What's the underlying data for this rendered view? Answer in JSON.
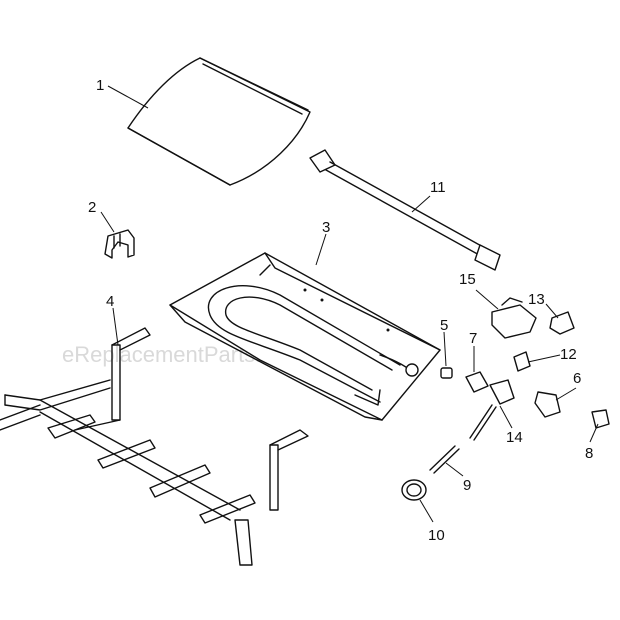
{
  "watermark": "eReplacementParts.com",
  "callouts": {
    "c1": "1",
    "c2": "2",
    "c3": "3",
    "c4": "4",
    "c5": "5",
    "c6": "6",
    "c7": "7",
    "c8": "8",
    "c9": "9",
    "c10": "10",
    "c11": "11",
    "c12": "12",
    "c13": "13",
    "c14": "14",
    "c15": "15"
  },
  "colors": {
    "ink": "#111111",
    "watermark": "#d9d9d9",
    "background": "#ffffff"
  }
}
